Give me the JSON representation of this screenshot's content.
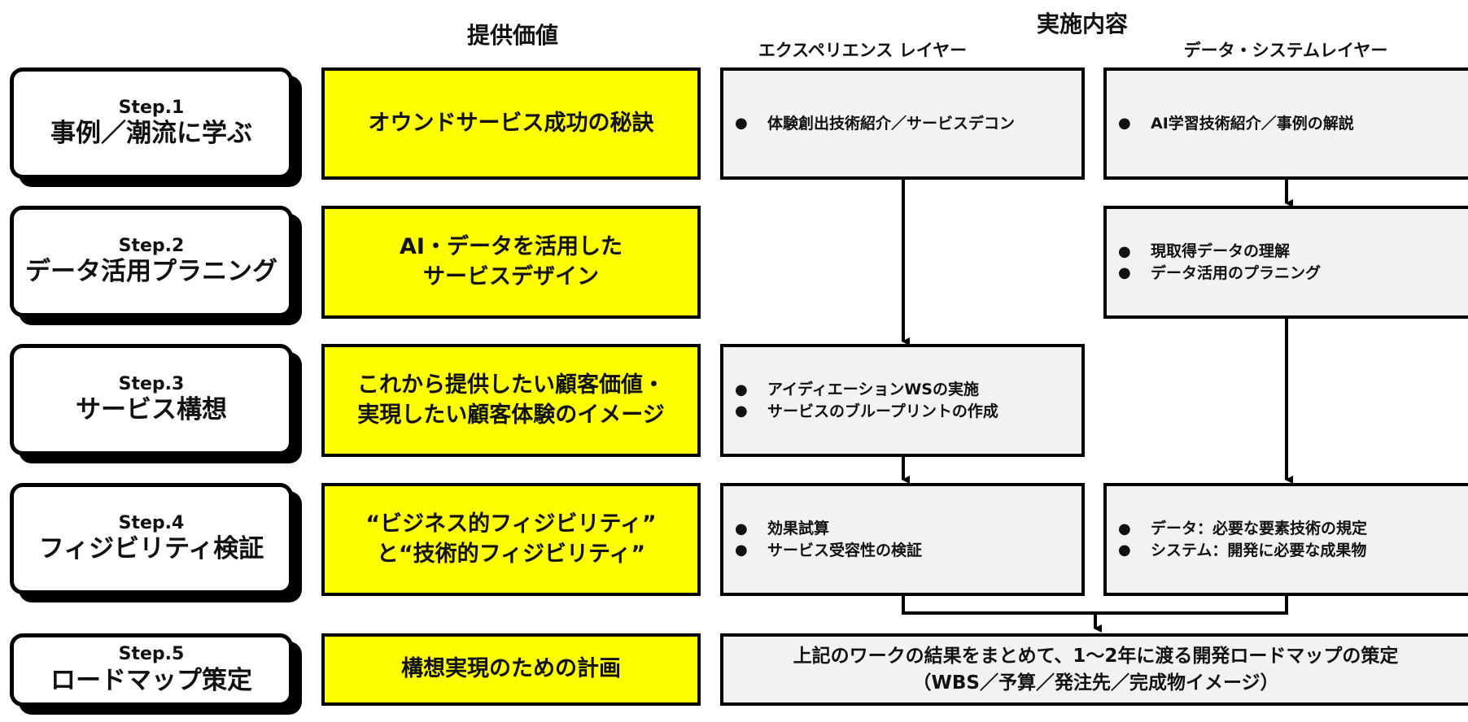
{
  "headers": {
    "main": "実施内容",
    "value_col": "提供価値",
    "experience_col": "エクスペリエンス レイヤー",
    "data_col": "データ・システムレイヤー"
  },
  "steps": [
    {
      "num": "Step.1",
      "title": "事例／潮流に学ぶ",
      "value": [
        "オウンドサービス成功の秘訣"
      ]
    },
    {
      "num": "Step.2",
      "title": "データ活用プラニング",
      "value": [
        "AI・データを活用した",
        "サービスデザイン"
      ]
    },
    {
      "num": "Step.3",
      "title": "サービス構想",
      "value": [
        "これから提供したい顧客価値・",
        "実現したい顧客体験のイメージ"
      ]
    },
    {
      "num": "Step.4",
      "title": "フィジビリティ検証",
      "value": [
        "“ビジネス的フィジビリティ”",
        "と“技術的フィジビリティ”"
      ]
    },
    {
      "num": "Step.5",
      "title": "ロードマップ策定",
      "value": [
        "構想実現のための計画"
      ]
    }
  ],
  "experience": {
    "step1": [
      "体験創出技術紹介／サービスデコン"
    ],
    "step3": [
      "アイディエーションWSの実施",
      "サービスのブループリントの作成"
    ],
    "step4": [
      "効果試算",
      "サービス受容性の検証"
    ]
  },
  "data_layer": {
    "step1": [
      "AI学習技術紹介／事例の解説"
    ],
    "step2": [
      "現取得データの理解",
      "データ活用のプラニング"
    ],
    "step4": [
      "データ：必要な要素技術の規定",
      "システム：開発に必要な成果物"
    ]
  },
  "roadmap": [
    "上記のワークの結果をまとめて、1～2年に渡る開発ロードマップの策定",
    "（WBS／予算／発注先／完成物イメージ）"
  ],
  "bullet": "●",
  "colors": {
    "value_fill": "#ffff00",
    "activity_fill": "#f2f2f2",
    "border": "#000000"
  }
}
